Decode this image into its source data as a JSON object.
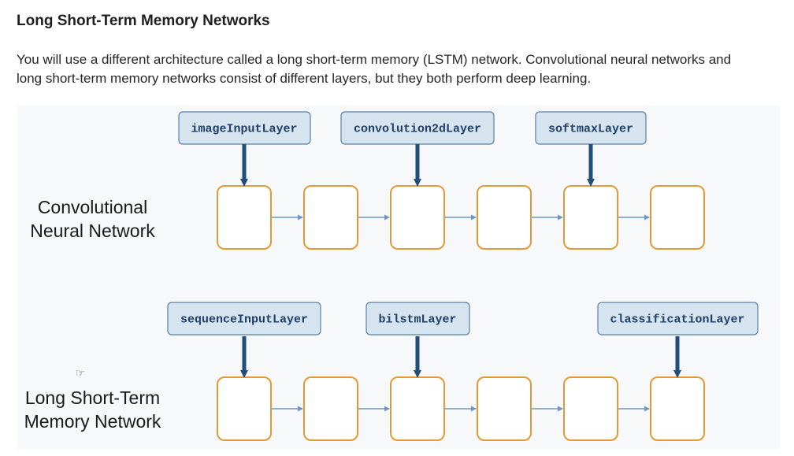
{
  "header": {
    "title": "Long Short-Term Memory Networks",
    "intro": "You will use a different architecture called a long short-term memory (LSTM) network. Convolutional neural networks and long short-term memory networks consist of different layers, but they both perform deep learning."
  },
  "colors": {
    "label_fill": "#d6e4f0",
    "label_stroke": "#5a7fa6",
    "label_text": "#1e3f66",
    "arrow_dark": "#1f4e7a",
    "box_stroke": "#e39a36",
    "connector": "#6f97c2",
    "panel_bg": "#f7f8fa"
  },
  "diagrams": [
    {
      "id": "cnn",
      "name_lines": [
        "Convolutional",
        "Neural Network"
      ],
      "boxes": 6,
      "layer_labels": [
        {
          "text": "imageInputLayer",
          "box": 0
        },
        {
          "text": "convolution2dLayer",
          "box": 2
        },
        {
          "text": "softmaxLayer",
          "box": 4
        }
      ]
    },
    {
      "id": "lstm",
      "name_lines": [
        "Long Short-Term",
        "Memory Network"
      ],
      "boxes": 6,
      "layer_labels": [
        {
          "text": "sequenceInputLayer",
          "box": 0
        },
        {
          "text": "bilstmLayer",
          "box": 2
        },
        {
          "text": "classificationLayer",
          "box": 5
        }
      ]
    }
  ],
  "cursor_icon": "hand-pointer-icon"
}
